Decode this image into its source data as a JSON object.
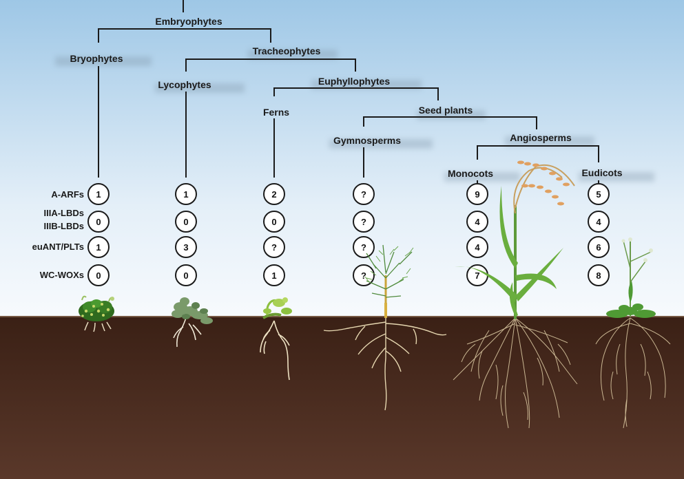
{
  "clades": {
    "embryophytes": "Embryophytes",
    "bryophytes": "Bryophytes",
    "tracheophytes": "Tracheophytes",
    "lycophytes": "Lycophytes",
    "euphyllophytes": "Euphyllophytes",
    "ferns": "Ferns",
    "seed_plants": "Seed plants",
    "gymnosperms": "Gymnosperms",
    "angiosperms": "Angiosperms",
    "monocots": "Monocots",
    "eudicots": "Eudicots"
  },
  "gene_families": [
    "A-ARFs",
    "IIIA-LBDs",
    "IIIB-LBDs",
    "euANT/PLTs",
    "WC-WOXs"
  ],
  "counts": {
    "bryophytes": [
      "1",
      "0",
      "1",
      "0"
    ],
    "lycophytes": [
      "1",
      "0",
      "3",
      "0"
    ],
    "ferns": [
      "2",
      "0",
      "?",
      "1"
    ],
    "gymnosperms": [
      "?",
      "?",
      "?",
      "?"
    ],
    "monocots": [
      "9",
      "4",
      "4",
      "7"
    ],
    "eudicots": [
      "5",
      "4",
      "6",
      "8"
    ]
  },
  "colors": {
    "sky_top": "#9ec7e6",
    "sky_bottom": "#f3f8fc",
    "soil": "#3f2418",
    "tree_line": "#1a1a1a"
  }
}
